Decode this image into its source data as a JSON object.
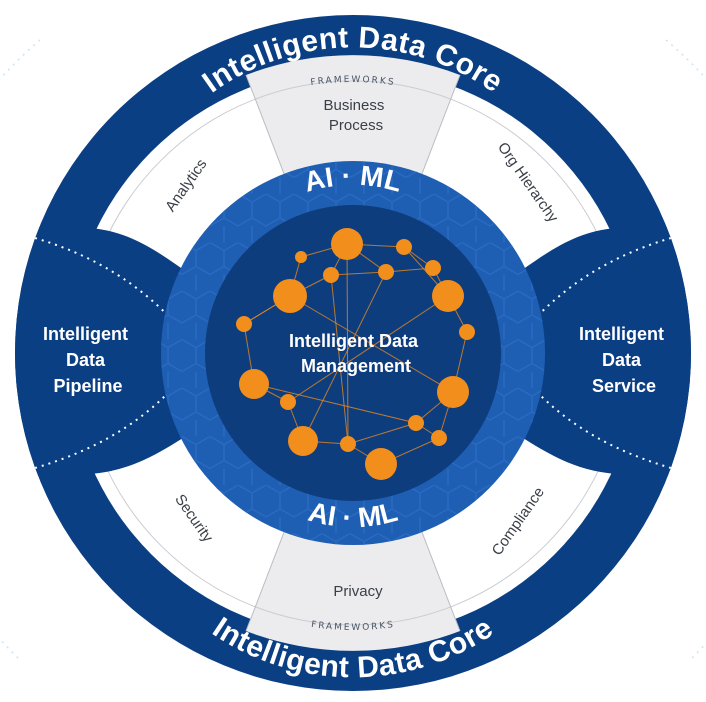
{
  "core": {
    "top_title": "Intelligent Data Core",
    "bottom_title": "Intelligent Data Core"
  },
  "frameworks": {
    "top_label": "FRAMEWORKS",
    "bottom_label": "FRAMEWORKS"
  },
  "segments": {
    "top_center": [
      "Business",
      "Process"
    ],
    "top_left": "Analytics",
    "top_right": "Org Hierarchy",
    "bottom_left": "Security",
    "bottom_right": "Compliance",
    "bottom_center": "Privacy"
  },
  "sides": {
    "left": [
      "Intelligent",
      "Data",
      "Pipeline"
    ],
    "right": [
      "Intelligent",
      "Data",
      "Service"
    ]
  },
  "ai_ml": {
    "top": "AI · ML",
    "bottom": "AI · ML"
  },
  "center": [
    "Intelligent Data",
    "Management"
  ],
  "colors": {
    "navy": "#0b3f84",
    "mid_blue": "#1f5fb3",
    "hex_blue": "#1c4f9c",
    "white_segment": "#ffffff",
    "gray_segment": "#ececee",
    "orange": "#f28e1c"
  }
}
